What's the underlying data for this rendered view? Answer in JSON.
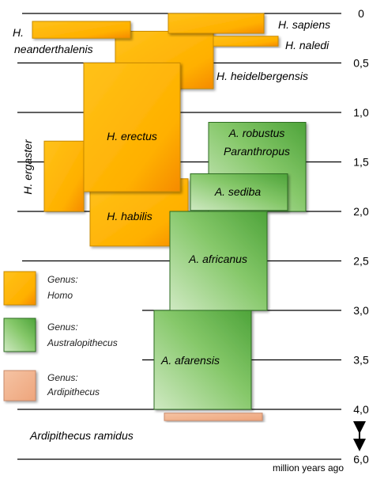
{
  "chart_data": {
    "type": "range-bar",
    "unit_label": "million  years ago",
    "axis": {
      "ticks": [
        {
          "value": 0,
          "label": "0"
        },
        {
          "value": 0.5,
          "label": "0,5"
        },
        {
          "value": 1.0,
          "label": "1,0"
        },
        {
          "value": 1.5,
          "label": "1,5"
        },
        {
          "value": 2.0,
          "label": "2,0"
        },
        {
          "value": 2.5,
          "label": "2,5"
        },
        {
          "value": 3.0,
          "label": "3,0"
        },
        {
          "value": 3.5,
          "label": "3,5"
        },
        {
          "value": 4.0,
          "label": "4,0"
        },
        {
          "value": 6.0,
          "label": "6,0"
        }
      ],
      "broken_between": [
        4.0,
        6.0
      ]
    },
    "colors": {
      "Homo": "#ffb300",
      "Australopithecus": "#6cb84e",
      "Ardipithecus": "#f2b48f"
    },
    "species": [
      {
        "name": "H. sapiens",
        "genus": "Homo",
        "start": 0.0,
        "end": 0.2
      },
      {
        "name": "H. neanderthalenis",
        "genus": "Homo",
        "start": 0.08,
        "end": 0.25
      },
      {
        "name": "H. naledi",
        "genus": "Homo",
        "start": 0.23,
        "end": 0.33
      },
      {
        "name": "H. heidelbergensis",
        "genus": "Homo",
        "start": 0.18,
        "end": 0.76
      },
      {
        "name": "H. erectus",
        "genus": "Homo",
        "start": 0.5,
        "end": 1.8
      },
      {
        "name": "H. ergaster",
        "genus": "Homo",
        "start": 1.29,
        "end": 2.0
      },
      {
        "name": "H. habilis",
        "genus": "Homo",
        "start": 1.67,
        "end": 2.35
      },
      {
        "name": "A. robustus\nParanthropus",
        "genus": "Australopithecus",
        "start": 1.1,
        "end": 2.0
      },
      {
        "name": "A. sediba",
        "genus": "Australopithecus",
        "start": 1.62,
        "end": 1.99
      },
      {
        "name": "A. africanus",
        "genus": "Australopithecus",
        "start": 2.0,
        "end": 3.0
      },
      {
        "name": "A. afarensis",
        "genus": "Australopithecus",
        "start": 3.0,
        "end": 4.0
      },
      {
        "name": "Ardipithecus ramidus",
        "genus": "Ardipithecus",
        "start": 4.15,
        "end": 4.45
      }
    ],
    "legend": [
      {
        "genus": "Homo",
        "label_line1": "Genus:",
        "label_line2": "Homo"
      },
      {
        "genus": "Australopithecus",
        "label_line1": "Genus:",
        "label_line2": "Australopithecus"
      },
      {
        "genus": "Ardipithecus",
        "label_line1": "Genus:",
        "label_line2": "Ardipithecus"
      }
    ]
  }
}
